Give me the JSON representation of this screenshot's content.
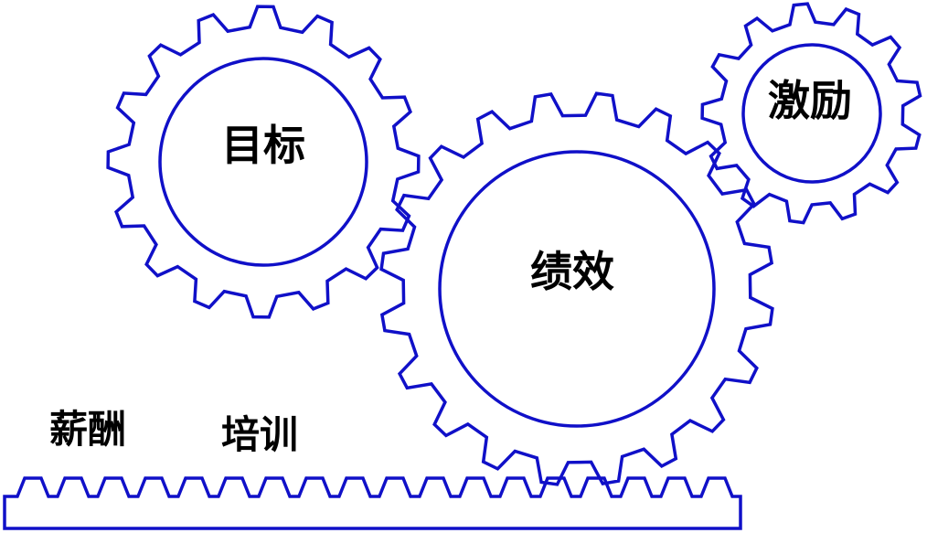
{
  "colors": {
    "outline": "#1010c8",
    "text": "#000000",
    "background": "#ffffff"
  },
  "gears": [
    {
      "id": "target",
      "label": "目标",
      "teeth": 16
    },
    {
      "id": "performance",
      "label": "绩效",
      "teeth": 20
    },
    {
      "id": "incentive",
      "label": "激励",
      "teeth": 13
    }
  ],
  "rack": {
    "teeth": 18
  },
  "labels": {
    "salary": "薪酬",
    "training": "培训"
  }
}
